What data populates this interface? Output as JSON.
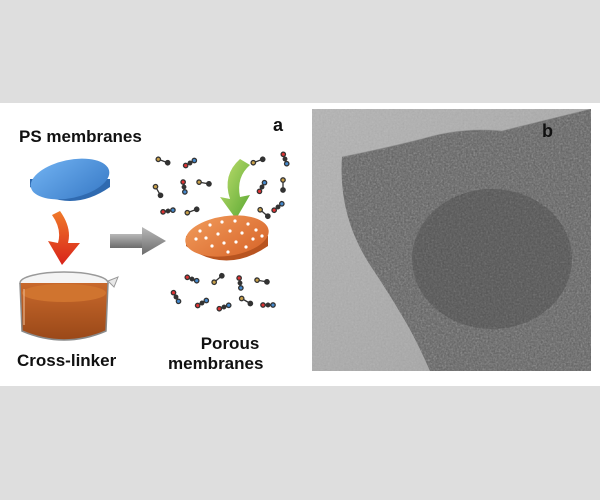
{
  "figure": {
    "panel_a": {
      "label": "a",
      "top_label": "PS membranes",
      "bottom_label": "Cross-linker",
      "right_label_line1": "Porous",
      "right_label_line2": "membranes"
    },
    "panel_b": {
      "label": "b"
    }
  },
  "colors": {
    "membrane_blue": "#4a8ed8",
    "membrane_orange": "#e07a35",
    "red_arrow": "#e23b1d",
    "green_arrow": "#7fc241",
    "gray_arrow": "#8a8a8a",
    "liquid": "#b65a22"
  }
}
